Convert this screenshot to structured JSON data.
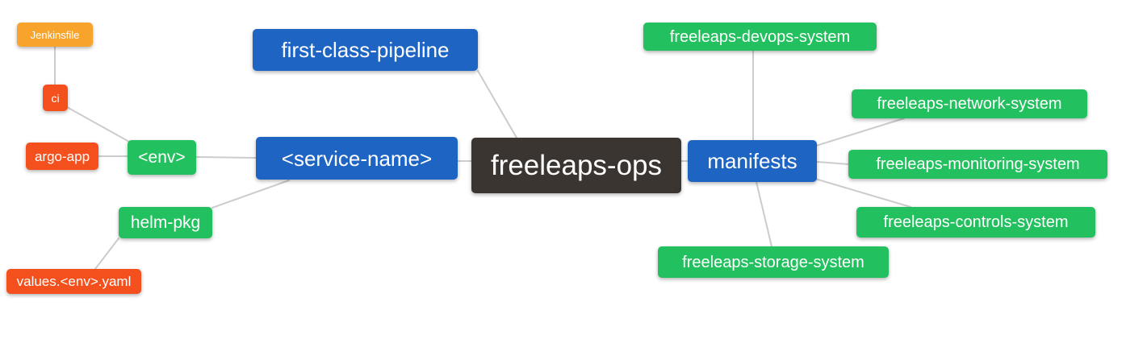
{
  "diagram": {
    "type": "mindmap",
    "background": "#ffffff",
    "colors": {
      "root_node": "#3B3531",
      "level2_node": "#1E64C2",
      "level3_node": "#22C05E",
      "level4_node": "#F4501E",
      "level5_node": "#F8A42C",
      "edge": "#cccccc",
      "node_text": "#ffffff"
    },
    "nodes": {
      "freeleaps_ops": {
        "label": "freeleaps-ops",
        "level": "root"
      },
      "first_class_pipeline": {
        "label": "first-class-pipeline",
        "level": "2"
      },
      "service_name": {
        "label": "<service-name>",
        "level": "2"
      },
      "manifests": {
        "label": "manifests",
        "level": "2"
      },
      "env": {
        "label": "<env>",
        "level": "3"
      },
      "helm_pkg": {
        "label": "helm-pkg",
        "level": "3"
      },
      "freeleaps_devops_system": {
        "label": "freeleaps-devops-system",
        "level": "3"
      },
      "freeleaps_network_system": {
        "label": "freeleaps-network-system",
        "level": "3"
      },
      "freeleaps_monitoring_system": {
        "label": "freeleaps-monitoring-system",
        "level": "3"
      },
      "freeleaps_controls_system": {
        "label": "freeleaps-controls-system",
        "level": "3"
      },
      "freeleaps_storage_system": {
        "label": "freeleaps-storage-system",
        "level": "3"
      },
      "ci": {
        "label": "ci",
        "level": "4"
      },
      "argo_app": {
        "label": "argo-app",
        "level": "4"
      },
      "values_env_yaml": {
        "label": "values.<env>.yaml",
        "level": "4"
      },
      "jenkinsfile": {
        "label": "Jenkinsfile",
        "level": "5"
      }
    },
    "edges": [
      {
        "from": "jenkinsfile",
        "to": "ci"
      },
      {
        "from": "ci",
        "to": "env"
      },
      {
        "from": "argo_app",
        "to": "env"
      },
      {
        "from": "env",
        "to": "service_name"
      },
      {
        "from": "helm_pkg",
        "to": "service_name"
      },
      {
        "from": "values_env_yaml",
        "to": "helm_pkg"
      },
      {
        "from": "service_name",
        "to": "freeleaps_ops"
      },
      {
        "from": "first_class_pipeline",
        "to": "freeleaps_ops"
      },
      {
        "from": "freeleaps_ops",
        "to": "manifests"
      },
      {
        "from": "manifests",
        "to": "freeleaps_devops_system"
      },
      {
        "from": "manifests",
        "to": "freeleaps_network_system"
      },
      {
        "from": "manifests",
        "to": "freeleaps_monitoring_system"
      },
      {
        "from": "manifests",
        "to": "freeleaps_controls_system"
      },
      {
        "from": "manifests",
        "to": "freeleaps_storage_system"
      }
    ]
  }
}
